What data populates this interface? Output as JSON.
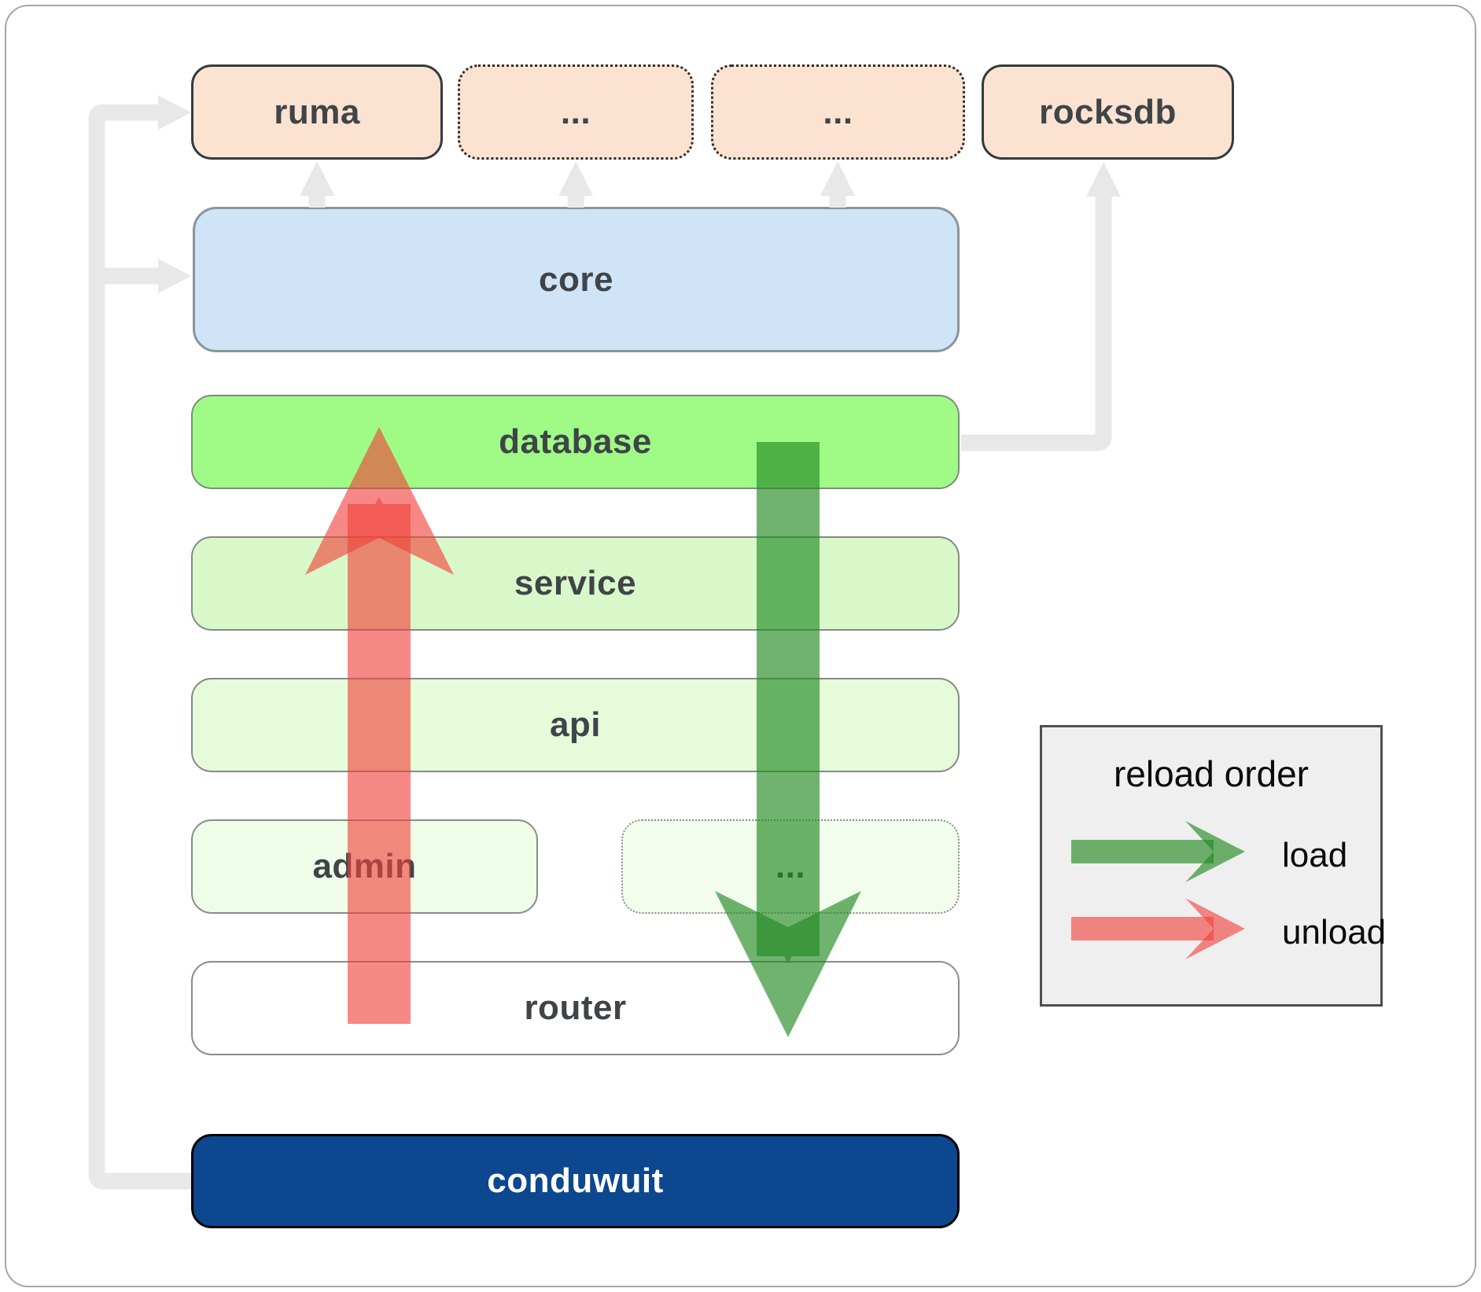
{
  "nodes": {
    "ruma": {
      "label": "ruma"
    },
    "ellipsis_top_1": {
      "label": "..."
    },
    "ellipsis_top_2": {
      "label": "..."
    },
    "rocksdb": {
      "label": "rocksdb"
    },
    "core": {
      "label": "core"
    },
    "database": {
      "label": "database"
    },
    "service": {
      "label": "service"
    },
    "api": {
      "label": "api"
    },
    "admin": {
      "label": "admin"
    },
    "ellipsis_bottom": {
      "label": "..."
    },
    "router": {
      "label": "router"
    },
    "conduwuit": {
      "label": "conduwuit"
    }
  },
  "legend": {
    "title": "reload order",
    "items": [
      {
        "label": "load"
      },
      {
        "label": "unload"
      }
    ]
  },
  "colors": {
    "load_green": "#228b22",
    "unload_red": "#f0413a",
    "connector_gray": "#e8e8e8",
    "node_peach": "#fce3d1",
    "node_blue": "#d0e4f7",
    "node_database_green": "#a0fa86",
    "node_conduwuit_blue": "#0d478f"
  }
}
